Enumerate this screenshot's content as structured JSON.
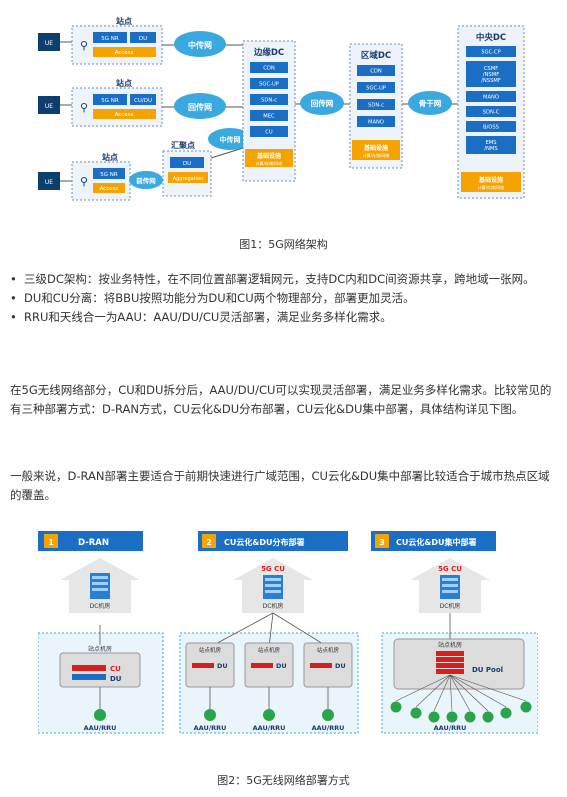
{
  "fig1": {
    "ue": [
      "UE",
      "UE",
      "UE"
    ],
    "site": "站点",
    "site_top": "站点",
    "hub": "汇聚点",
    "row1": {
      "a": "5G NR",
      "b": "DU",
      "access": "Access"
    },
    "row2": {
      "a": "5G NR",
      "b": "CU/DU",
      "access": "Access"
    },
    "row3": {
      "a": "5G NR",
      "access": "Access"
    },
    "hub_du": "DU",
    "hub_agg": "Aggregation",
    "clouds": {
      "mid1": "中传网",
      "back": "回传网",
      "front": "前传网",
      "mid2": "中传网",
      "back2": "回传网",
      "core": "骨干网"
    },
    "edge": {
      "title": "边缘DC",
      "items": [
        "CDN",
        "5GC-UP",
        "SDN-c",
        "MEC",
        "CU"
      ],
      "infra": "基础设施",
      "infra_sub": "计算/存储/网络"
    },
    "region": {
      "title": "区域DC",
      "items": [
        "CDN",
        "5GC-UP",
        "SDN-c",
        "MANO"
      ],
      "infra": "基础设施",
      "infra_sub": "计算/存储/网络"
    },
    "central": {
      "title": "中央DC",
      "items": [
        "5GC-CP",
        "CSMF\n/NSMF\n/NSSMF",
        "MANO",
        "SDN-C",
        "B/OSS",
        "EMS\n/NMS"
      ],
      "infra": "基础设施",
      "infra_sub": "计算/存储/网络"
    }
  },
  "caption1": "图1：5G网络架构",
  "bullets": [
    "三级DC架构：按业务特性，在不同位置部署逻辑网元，支持DC内和DC间资源共享，跨地域一张网。",
    "DU和CU分离：将BBU按照功能分为DU和CU两个物理部分，部署更加灵活。",
    "RRU和天线合一为AAU：AAU/DU/CU灵活部署，满足业务多样化需求。"
  ],
  "para1": "在5G无线网络部分，CU和DU拆分后，AAU/DU/CU可以实现灵活部署，满足业务多样化需求。比较常见的有三种部署方式：D-RAN方式，CU云化&DU分布部署，CU云化&DU集中部署，具体结构详见下图。",
  "para2": "一般来说，D-RAN部署主要适合于前期快速进行广域范围，CU云化&DU集中部署比较适合于城市热点区域的覆盖。",
  "fig2": {
    "panels": [
      {
        "num": "1",
        "title": "D-RAN",
        "dc": "DC机房",
        "site": "站点机房",
        "cu": "CU",
        "du": "DU",
        "aau": "AAU/RRU"
      },
      {
        "num": "2",
        "title": "CU云化&DU分布部署",
        "dc": "DC机房",
        "cu5g": "5G CU",
        "sites": [
          "站点机房",
          "站点机房",
          "站点机房"
        ],
        "du": "DU",
        "aau": "AAU/RRU"
      },
      {
        "num": "3",
        "title": "CU云化&DU集中部署",
        "dc": "DC机房",
        "cu5g": "5G CU",
        "site": "站点机房",
        "pool": "DU Pool",
        "aau": "AAU/RRU"
      }
    ]
  },
  "caption2": "图2：5G无线网络部署方式",
  "colors": {
    "blue": "#1a6fc4",
    "orange": "#f5a300",
    "cloud": "#39a9e0",
    "red": "#e02020",
    "green": "#2aa44a"
  }
}
